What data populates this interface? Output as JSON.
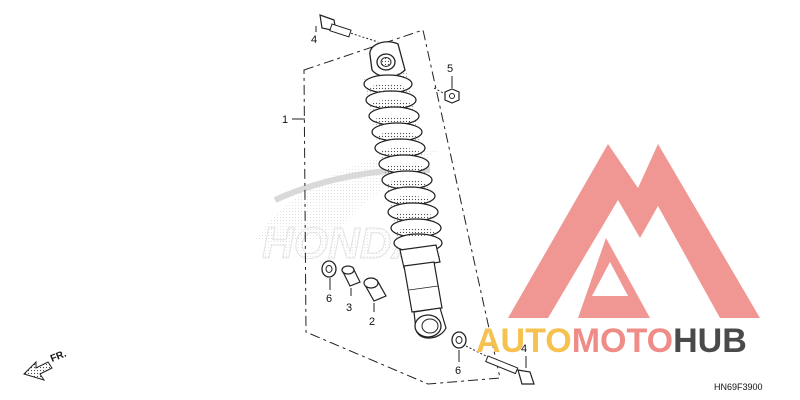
{
  "diagram": {
    "callouts": {
      "c1": "1",
      "c2": "2",
      "c3": "3",
      "c4_top": "4",
      "c4_bottom": "4",
      "c5": "5",
      "c6_left": "6",
      "c6_right": "6"
    },
    "drawing_code": "HN69F3900",
    "direction_label": "FR.",
    "background_logo_text": "HONDA"
  },
  "watermark": {
    "part_auto": "AUTO",
    "part_moto": "MOTO",
    "part_hub": "HUB",
    "colors": {
      "logo": "#f08c87",
      "auto": "#f6c14f",
      "moto": "#f08c87",
      "hub": "#4a4a4a"
    }
  }
}
